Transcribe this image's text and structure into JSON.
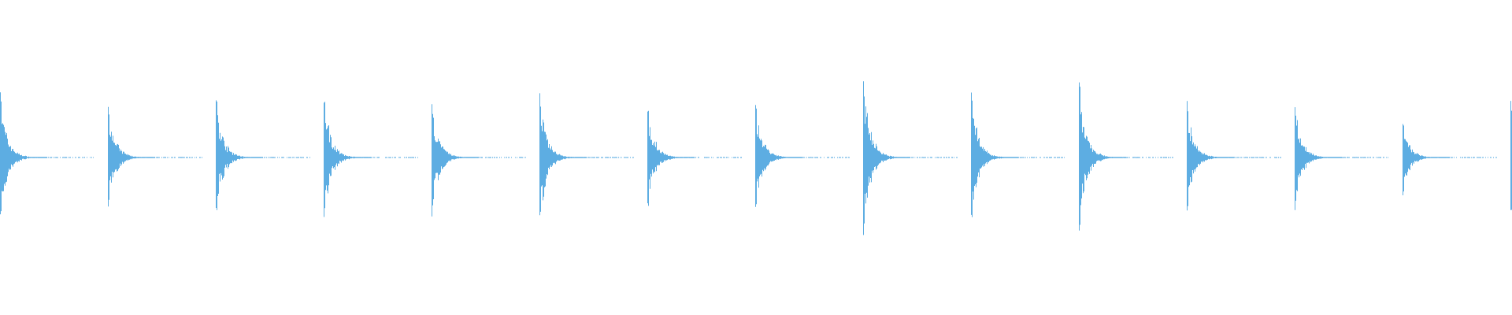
{
  "waveform": {
    "color": "#5dade2",
    "background": "#ffffff",
    "hit_count": 15,
    "peak_amplitudes": [
      0.42,
      0.37,
      0.4,
      0.42,
      0.38,
      0.44,
      0.35,
      0.38,
      0.54,
      0.45,
      0.51,
      0.36,
      0.35,
      0.25,
      0.38
    ]
  }
}
